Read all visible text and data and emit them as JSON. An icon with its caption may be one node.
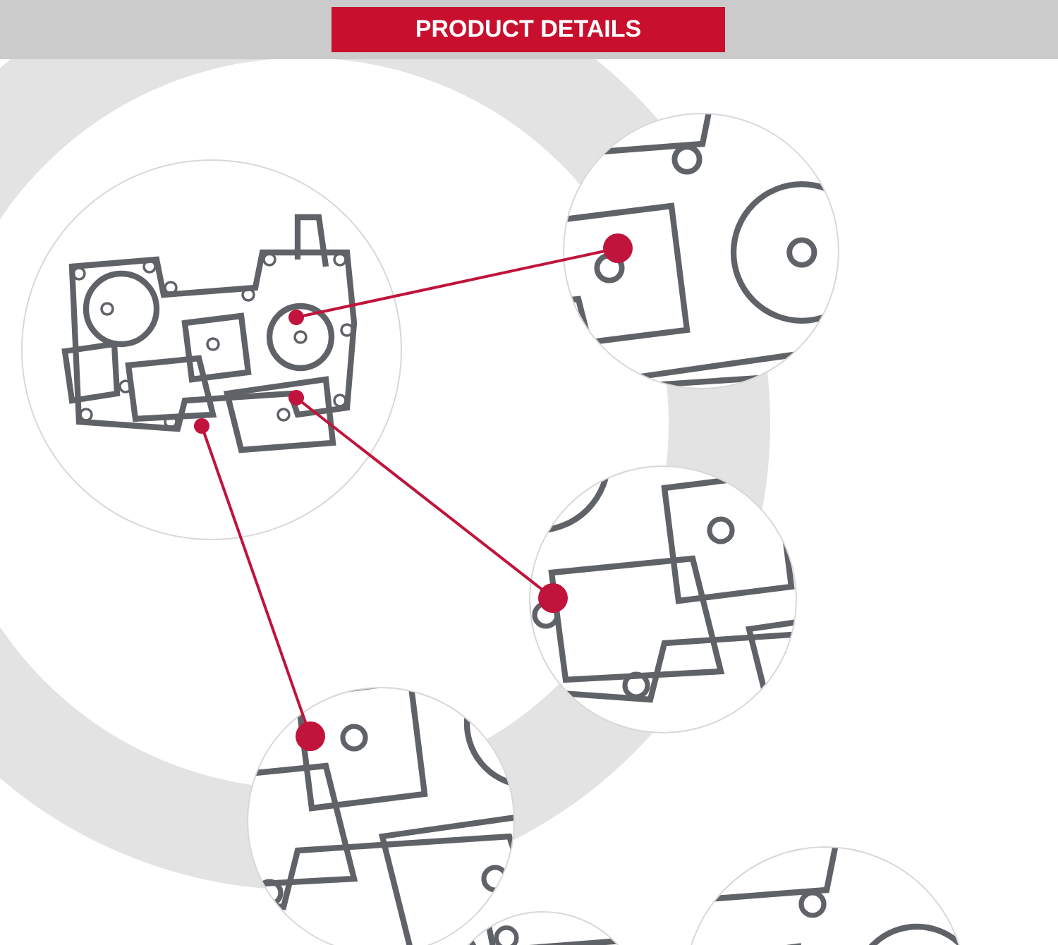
{
  "diagram": {
    "title": "PRODUCT DETAILS",
    "nodes": [
      {
        "text": [],
        "shape": "picture"
      },
      {
        "text": [],
        "shape": "picture"
      },
      {
        "text": [],
        "shape": "picture"
      },
      {
        "text": [],
        "shape": "picture"
      },
      {
        "text": [],
        "shape": "picture"
      },
      {
        "text": [],
        "shape": "picture"
      }
    ],
    "edges": [
      {
        "from": 0,
        "to": 1,
        "arrow": "other"
      },
      {
        "from": 0,
        "to": 2,
        "arrow": "other"
      },
      {
        "from": 0,
        "to": 3,
        "arrow": "other"
      }
    ]
  }
}
